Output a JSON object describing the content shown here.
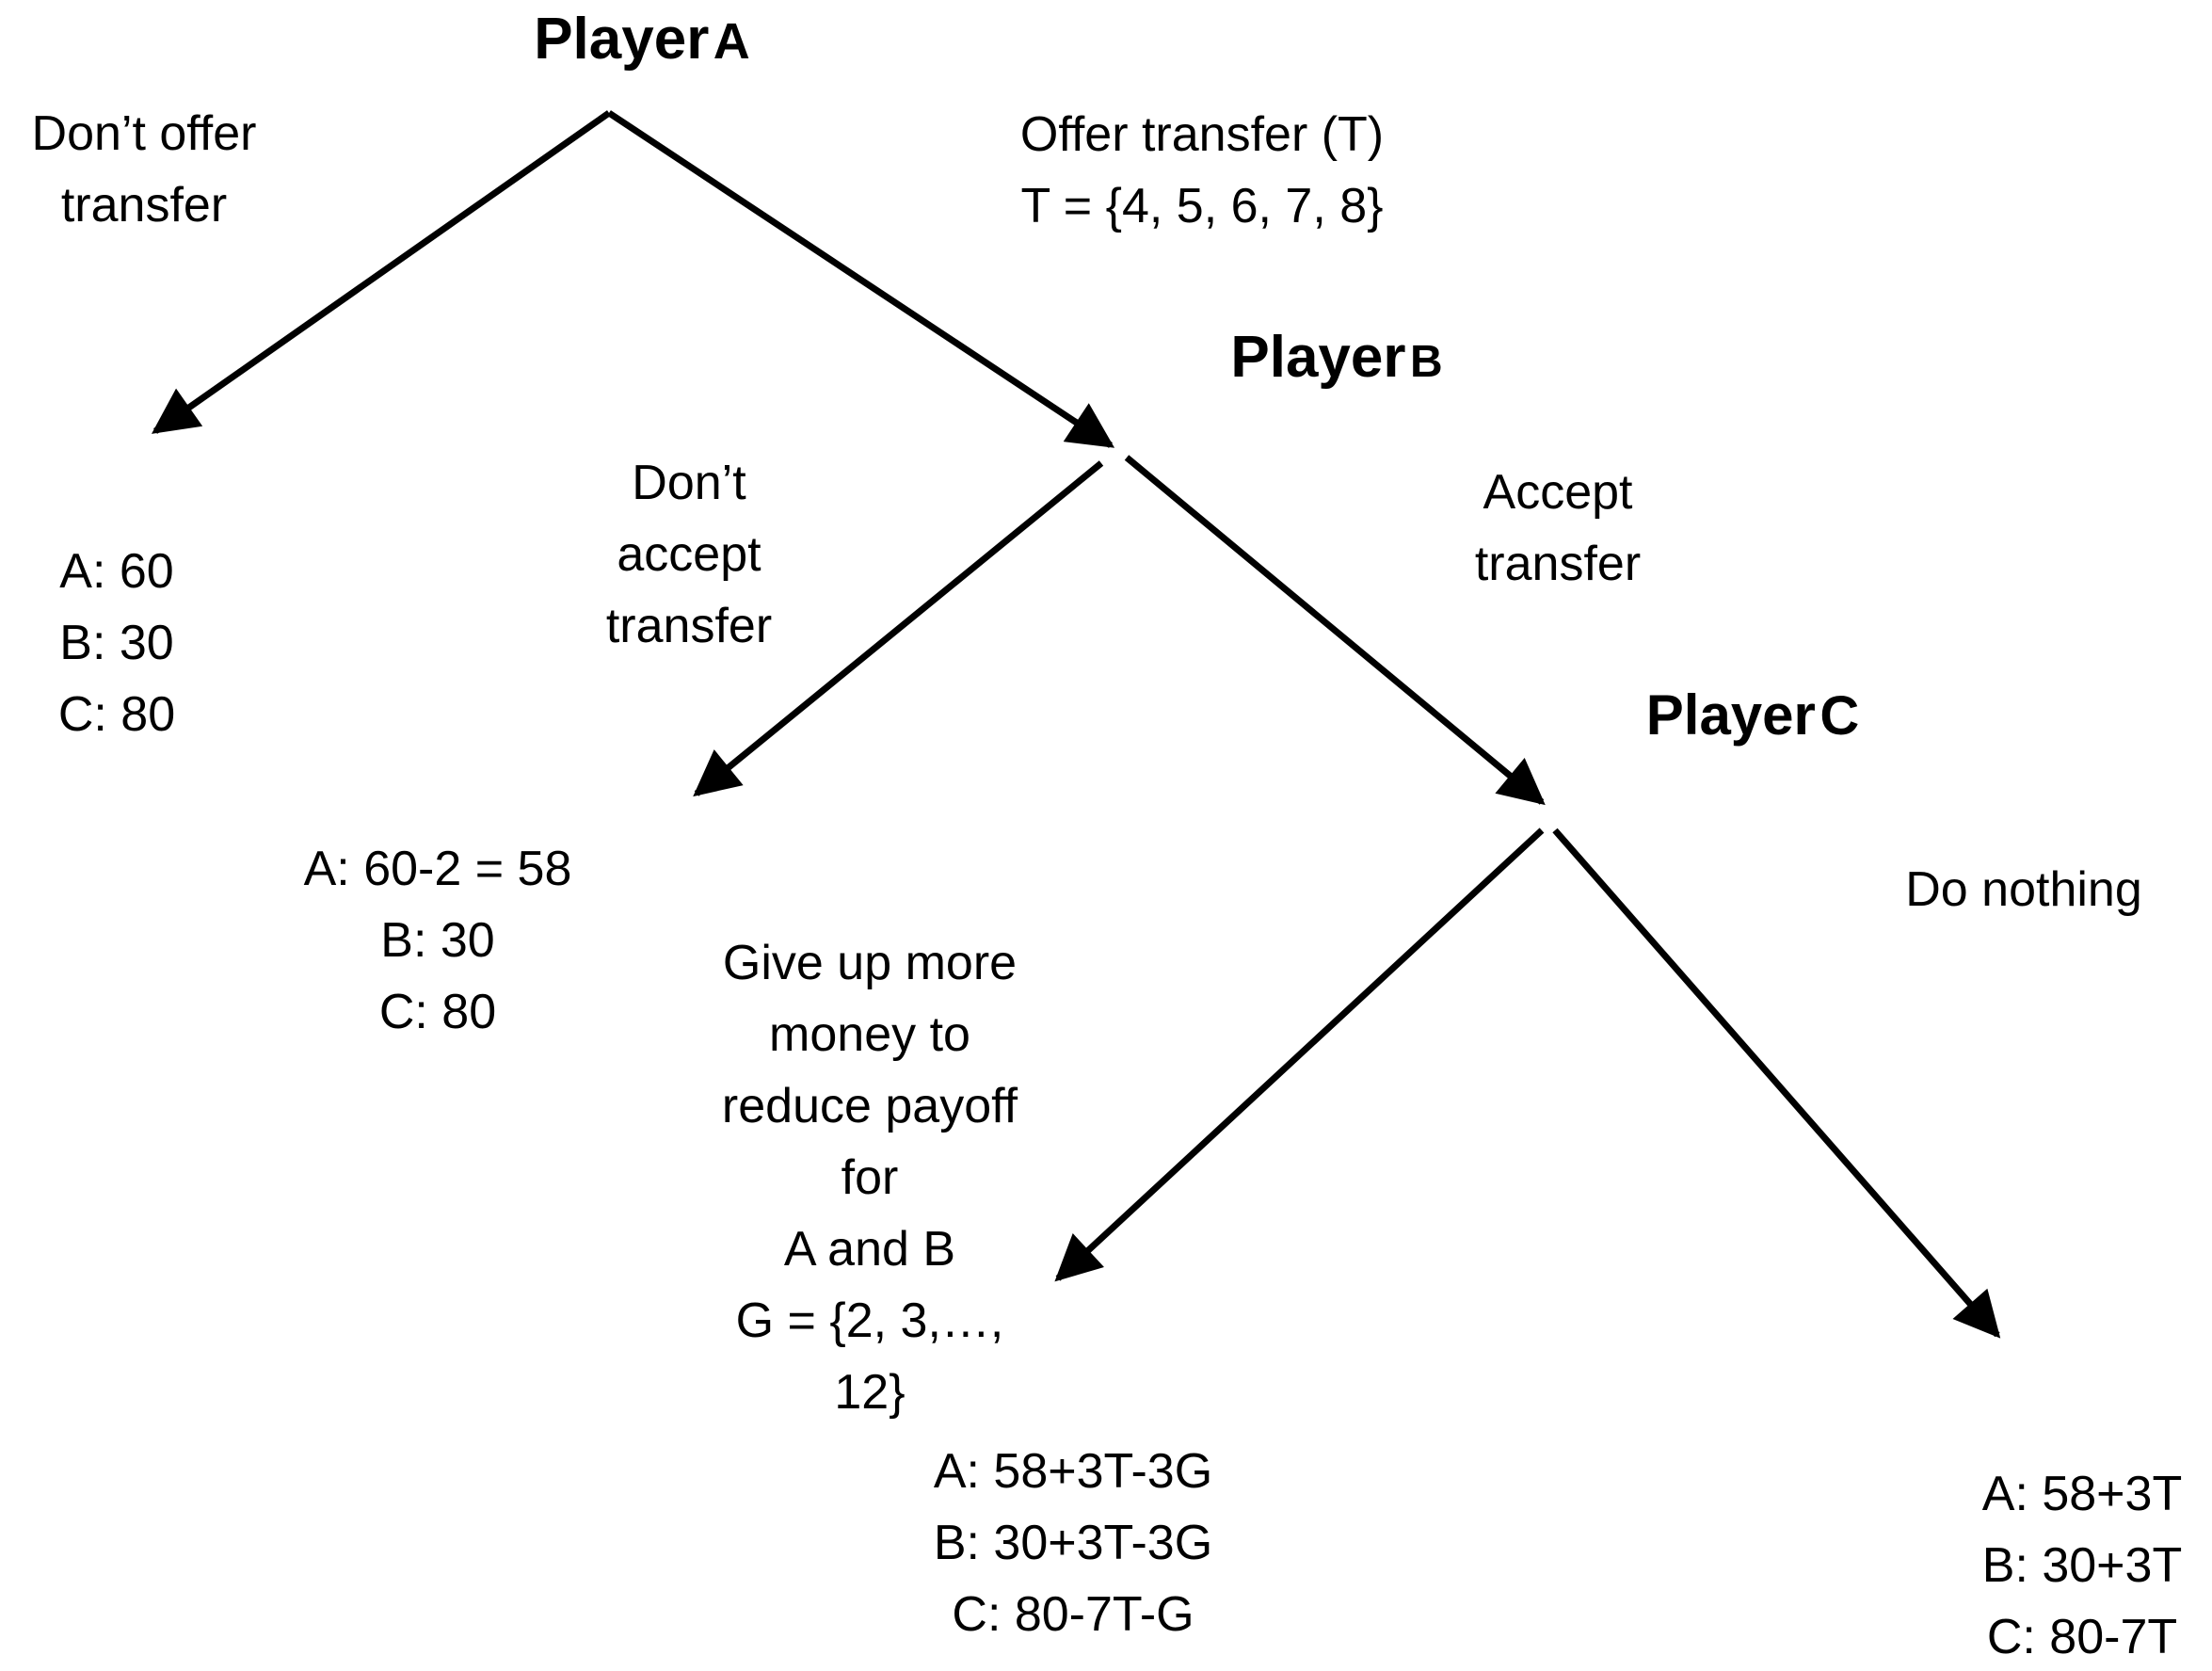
{
  "page": {
    "background_color": "#ffffff",
    "ink_color": "#000000",
    "description_title": "Three-player transfer game tree"
  },
  "nodes": {
    "a": {
      "word": "Player",
      "letter": "A"
    },
    "b": {
      "word": "Player",
      "letter": "B"
    },
    "c": {
      "word": "Player",
      "letter": "C"
    }
  },
  "edges": {
    "dont_offer": {
      "lines": [
        "Don’t offer",
        "transfer"
      ]
    },
    "offer": {
      "lines": [
        "Offer transfer (T)",
        "T = {4, 5, 6, 7, 8}"
      ]
    },
    "dont_accept": {
      "lines": [
        "Don’t",
        "accept",
        "transfer"
      ]
    },
    "accept": {
      "lines": [
        "Accept",
        "transfer"
      ]
    },
    "give_up": {
      "lines": [
        "Give up more",
        "money to",
        "reduce payoff",
        "for",
        "A and B",
        "G = {2, 3,…,",
        "12}"
      ]
    },
    "do_nothing": {
      "lines": [
        "Do nothing"
      ]
    }
  },
  "payoffs": {
    "no_offer": {
      "lines": [
        "A: 60",
        "B: 30",
        "C: 80"
      ]
    },
    "no_accept": {
      "lines": [
        "A: 60-2 = 58",
        "B: 30",
        "C: 80"
      ]
    },
    "give_up": {
      "lines": [
        "A: 58+3T-3G",
        "B: 30+3T-3G",
        "C: 80-7T-G"
      ]
    },
    "do_nothing": {
      "lines": [
        "A: 58+3T",
        "B: 30+3T",
        "C: 80-7T"
      ]
    }
  }
}
